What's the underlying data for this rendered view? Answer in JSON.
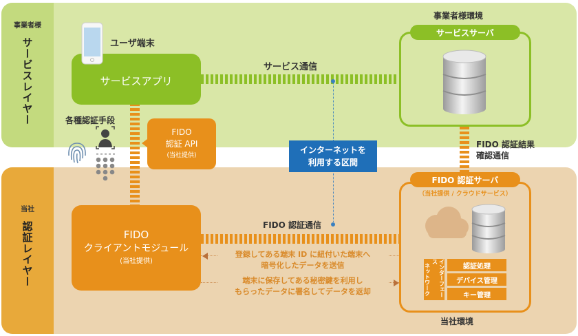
{
  "layers": {
    "service": {
      "owner": "事業者様",
      "name": "サービスレイヤー"
    },
    "auth": {
      "owner": "当社",
      "name": "認証レイヤー"
    }
  },
  "user_device": {
    "label": "ユーザ端末",
    "icon": "smartphone-icon"
  },
  "service_app": {
    "label": "サービスアプリ"
  },
  "service_comm": {
    "label": "サービス通信"
  },
  "business_env": {
    "label": "事業者様環境",
    "server_label": "サービスサーバ",
    "icon": "database-icon"
  },
  "auth_methods": {
    "label": "各種認証手段",
    "icons": [
      "fingerprint-icon",
      "face-recognition-icon",
      "pin-keypad-icon"
    ]
  },
  "fido_api": {
    "line1": "FIDO",
    "line2": "認証 API",
    "line3": "(当社提供)"
  },
  "internet": {
    "line1": "インターネットを",
    "line2": "利用する区間"
  },
  "fido_result": {
    "line1": "FIDO 認証結果",
    "line2": "確認通信"
  },
  "fido_client": {
    "line1": "FIDO",
    "line2": "クライアントモジュール",
    "line3": "(当社提供)"
  },
  "fido_comm": {
    "label": "FIDO 認証通信"
  },
  "messages": [
    {
      "line1": "登録してある端末 ID に紐付いた端末へ",
      "line2": "暗号化したデータを送信",
      "direction": "left"
    },
    {
      "line1": "端末に保存してある秘密鍵を利用し",
      "line2": "もらったデータに署名してデータを返却",
      "direction": "right"
    }
  ],
  "fido_server": {
    "label": "FIDO 認証サーバ",
    "sub": "（当社提供 / クラウドサービス）",
    "icons": [
      "cloud-icon",
      "database-icon"
    ],
    "network_if": "ネットワークインターフェース",
    "network_if_lines": [
      "ネットワーク",
      "インターフェース"
    ],
    "functions": [
      "認証処理",
      "デバイス管理",
      "キー管理"
    ]
  },
  "company_env": {
    "label": "当社環境"
  },
  "colors": {
    "service_layer_bg": "#d9e7a7",
    "service_side": "#c3da7e",
    "green": "#8cbf26",
    "auth_layer_bg": "#ecd4b0",
    "auth_side": "#e8a93a",
    "orange": "#e8901b",
    "internet_blue": "#1f6fb8"
  }
}
